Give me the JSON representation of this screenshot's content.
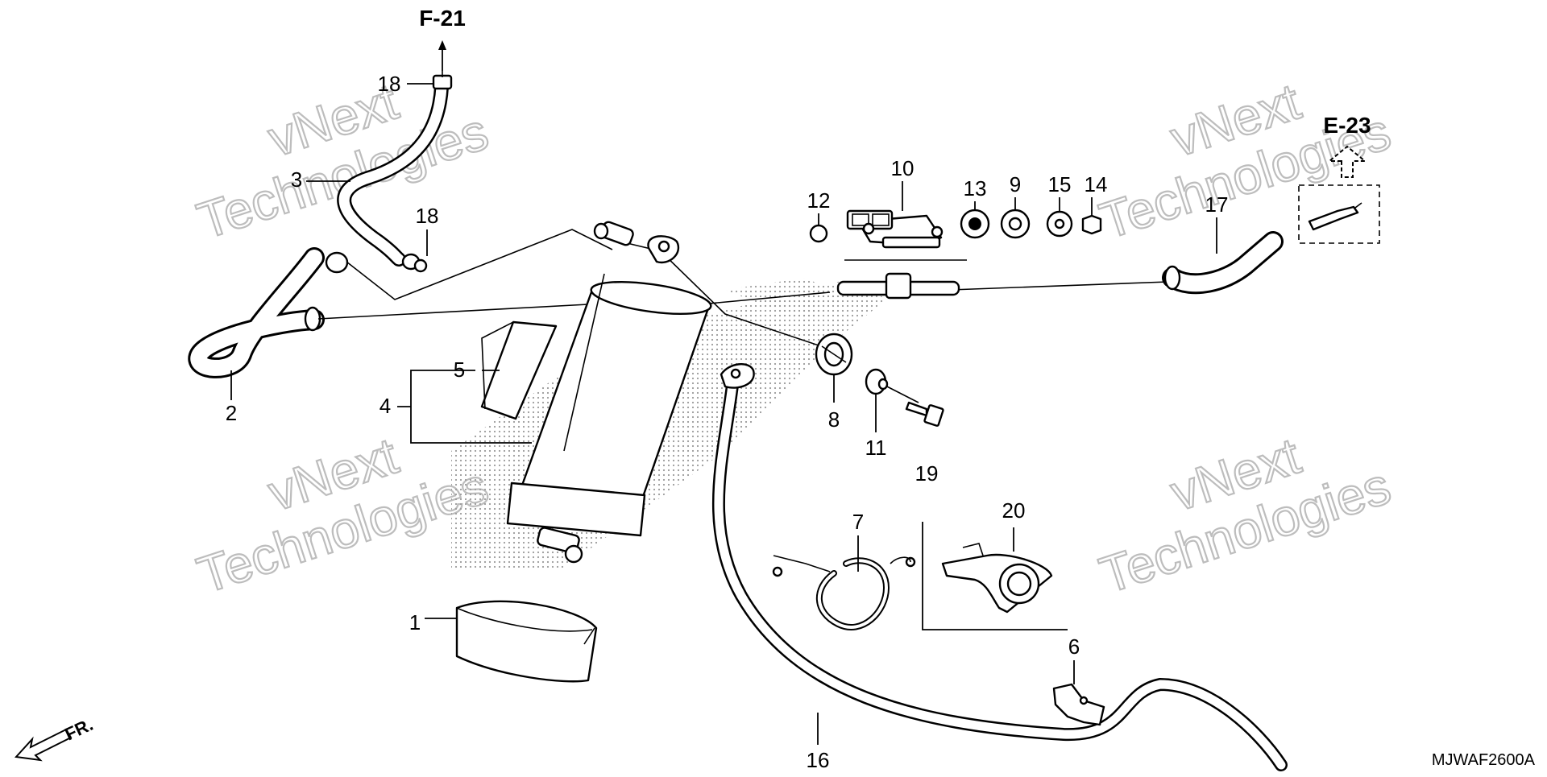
{
  "diagram_code": "MJWAF2600A",
  "direction_label": "FR.",
  "references": {
    "top": "F-21",
    "right": "E-23"
  },
  "watermark": {
    "line1": "vNext",
    "line2": "Technologies"
  },
  "callouts": [
    "1",
    "2",
    "3",
    "4",
    "5",
    "6",
    "7",
    "8",
    "9",
    "10",
    "11",
    "12",
    "13",
    "14",
    "15",
    "16",
    "17",
    "18",
    "18",
    "19",
    "20"
  ],
  "colors": {
    "line": "#000000",
    "watermark": "#bdbdbd",
    "background": "#ffffff"
  }
}
